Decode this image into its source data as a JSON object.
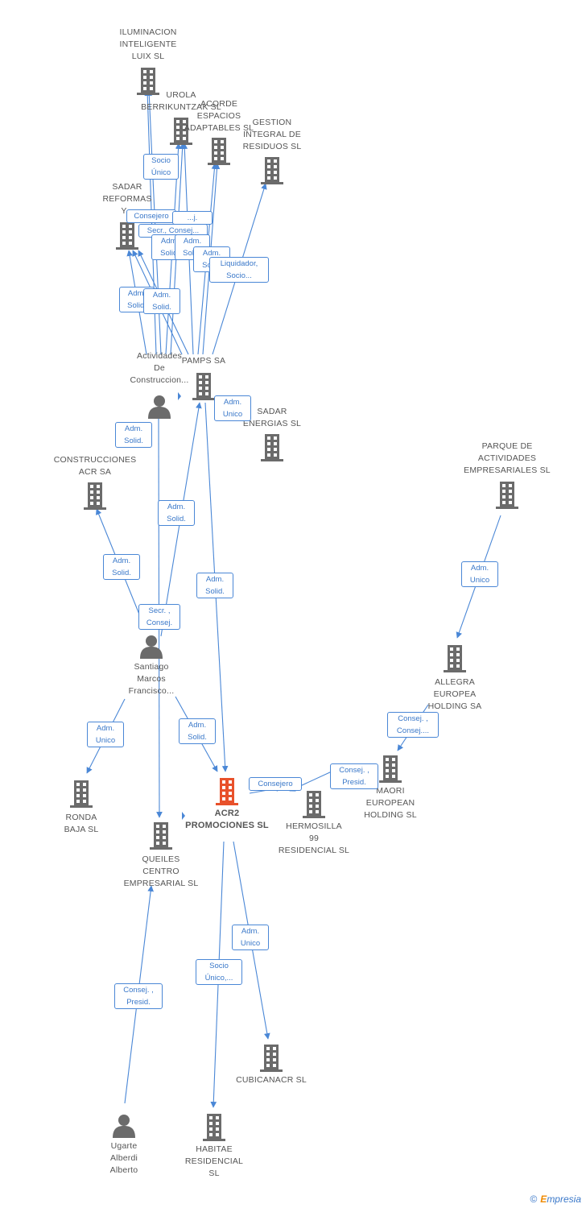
{
  "colors": {
    "edge": "#4a87d6",
    "node": "#6b6b6b",
    "focus": "#e8512b",
    "label_text": "#555555"
  },
  "nodes": [
    {
      "id": "iluminacion",
      "type": "company",
      "lines": [
        "ILUMINACION",
        "INTELIGENTE",
        "LUIX SL"
      ]
    },
    {
      "id": "urola",
      "type": "company",
      "lines": [
        "UROLA",
        "BERRIKUNTZAK SL"
      ]
    },
    {
      "id": "acorde",
      "type": "company",
      "lines": [
        "ACORDE",
        "ESPACIOS",
        "ADAPTABLES SL"
      ]
    },
    {
      "id": "gestion",
      "type": "company",
      "lines": [
        "GESTION",
        "INTEGRAL DE",
        "RESIDUOS SL"
      ]
    },
    {
      "id": "sadar_reformas",
      "type": "company",
      "lines": [
        "SADAR",
        "REFORMAS",
        "Y..."
      ]
    },
    {
      "id": "actividades",
      "type": "person",
      "lines": [
        "Actividades",
        "De",
        "Construccion..."
      ]
    },
    {
      "id": "pamps",
      "type": "company",
      "lines": [
        "PAMPS SA"
      ]
    },
    {
      "id": "sadar_energias",
      "type": "company",
      "lines": [
        "SADAR",
        "ENERGIAS SL"
      ]
    },
    {
      "id": "construcciones_acr",
      "type": "company",
      "lines": [
        "CONSTRUCCIONES",
        "ACR SA"
      ]
    },
    {
      "id": "parque",
      "type": "company",
      "lines": [
        "PARQUE DE",
        "ACTIVIDADES",
        "EMPRESARIALES SL"
      ]
    },
    {
      "id": "allegra",
      "type": "company",
      "lines": [
        "ALLEGRA",
        "EUROPEA",
        "HOLDING SA"
      ]
    },
    {
      "id": "santiago",
      "type": "person",
      "lines": [
        "Santiago",
        "Marcos",
        "Francisco..."
      ]
    },
    {
      "id": "maori",
      "type": "company",
      "lines": [
        "MAORI",
        "EUROPEAN",
        "HOLDING  SL"
      ]
    },
    {
      "id": "ronda_baja",
      "type": "company",
      "lines": [
        "RONDA",
        "BAJA SL"
      ]
    },
    {
      "id": "acr2",
      "type": "focus",
      "lines": [
        "ACR2",
        "PROMOCIONES SL"
      ]
    },
    {
      "id": "hermosilla",
      "type": "company",
      "lines": [
        "HERMOSILLA",
        "99",
        "RESIDENCIAL SL"
      ]
    },
    {
      "id": "queiles",
      "type": "company",
      "lines": [
        "QUEILES",
        "CENTRO",
        "EMPRESARIAL SL"
      ]
    },
    {
      "id": "cubicanacr",
      "type": "company",
      "lines": [
        "CUBICANACR SL"
      ]
    },
    {
      "id": "ugarte",
      "type": "person",
      "lines": [
        "Ugarte",
        "Alberdi",
        "Alberto"
      ]
    },
    {
      "id": "habitae",
      "type": "company",
      "lines": [
        "HABITAE",
        "RESIDENCIAL",
        "SL"
      ]
    }
  ],
  "edge_labels": [
    {
      "id": "l_socio_unico",
      "lines": [
        "Socio",
        "Único"
      ]
    },
    {
      "id": "l_consejero_top",
      "lines": [
        "Consejero"
      ]
    },
    {
      "id": "l_consej_hidden",
      "lines": [
        "...j."
      ]
    },
    {
      "id": "l_secr_consej_top",
      "lines": [
        "Secr., Consej..."
      ]
    },
    {
      "id": "l_adm_solid_a",
      "lines": [
        "Adm.",
        "Solid."
      ]
    },
    {
      "id": "l_adm_solid_b",
      "lines": [
        "Adm.",
        "Solid."
      ]
    },
    {
      "id": "l_adm_solid_c",
      "lines": [
        "Adm.",
        "Solid."
      ]
    },
    {
      "id": "l_liquidador",
      "lines": [
        "Liquidador,",
        "Socio..."
      ]
    },
    {
      "id": "l_adm_solid_d",
      "lines": [
        "Adm.",
        "Solid."
      ]
    },
    {
      "id": "l_adm_solid_e",
      "lines": [
        "Adm.",
        "Solid."
      ]
    },
    {
      "id": "l_adm_unico_pamps",
      "lines": [
        "Adm.",
        "Unico"
      ]
    },
    {
      "id": "l_adm_solid_act",
      "lines": [
        "Adm.",
        "Solid."
      ]
    },
    {
      "id": "l_adm_solid_pamps",
      "lines": [
        "Adm.",
        "Solid."
      ]
    },
    {
      "id": "l_adm_solid_acr",
      "lines": [
        "Adm.",
        "Solid."
      ]
    },
    {
      "id": "l_adm_solid_acr2",
      "lines": [
        "Adm.",
        "Solid."
      ]
    },
    {
      "id": "l_adm_unico_parque",
      "lines": [
        "Adm.",
        "Unico"
      ]
    },
    {
      "id": "l_secr_consej_sant",
      "lines": [
        "Secr. ,",
        "Consej."
      ]
    },
    {
      "id": "l_consej_consej",
      "lines": [
        "Consej. ,",
        "Consej...."
      ]
    },
    {
      "id": "l_adm_unico_ronda",
      "lines": [
        "Adm.",
        "Unico"
      ]
    },
    {
      "id": "l_adm_solid_sant",
      "lines": [
        "Adm.",
        "Solid."
      ]
    },
    {
      "id": "l_consejero_acr2",
      "lines": [
        "Consejero"
      ]
    },
    {
      "id": "l_consej_presid_maori",
      "lines": [
        "Consej. ,",
        "Presid."
      ]
    },
    {
      "id": "l_adm_unico_cubi",
      "lines": [
        "Adm.",
        "Unico"
      ]
    },
    {
      "id": "l_socio_unico_hab",
      "lines": [
        "Socio",
        "Único,..."
      ]
    },
    {
      "id": "l_consej_presid_queiles",
      "lines": [
        "Consej. ,",
        "Presid."
      ]
    }
  ],
  "brand": {
    "copyright": "©",
    "initial": "E",
    "rest": "mpresia"
  }
}
